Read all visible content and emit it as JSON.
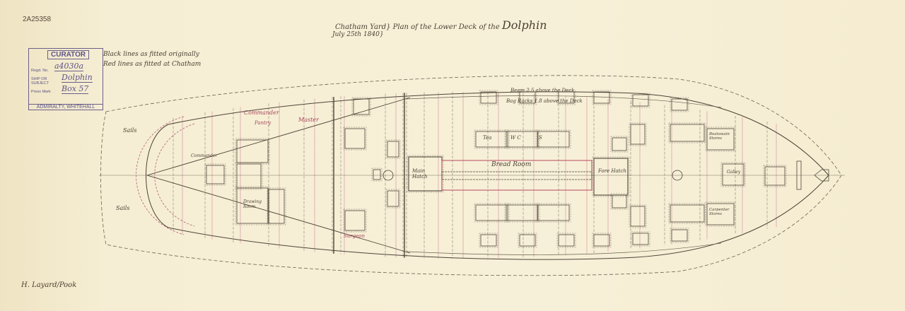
{
  "ref_number": "2A25358",
  "stamp": {
    "title": "CURATOR",
    "regd_label": "Regd. No.",
    "regd_value": "a4030a",
    "ship_label": "SHIP OR SUBJECT",
    "ship_value": "Dolphin",
    "press_label": "Press Mark",
    "press_value": "Box 57",
    "footer": "ADMIRALTY, WHITEHALL"
  },
  "notes": {
    "line1": "Black lines as fitted originally",
    "line2": "Red lines as fitted at Chatham"
  },
  "title": {
    "line1": "Chatham Yard} Plan of the Lower Deck of the",
    "ship_name": "Dolphin",
    "date": "July 25th 1840}"
  },
  "annotations": {
    "beam": "Beam 2.5 above the Deck",
    "bag_racks": "Bag Racks 1.8 above the Deck",
    "bread_room": "Bread Room",
    "main_hatch": "Main Hatch",
    "fore_hatch": "Fore Hatch",
    "commander": "Commander",
    "pantry": "Pantry",
    "master": "Master",
    "sails_upper": "Sails",
    "sails_lower": "Sails",
    "drawing_room": "Drawing Room",
    "galley": "Galley",
    "boatswain_stores": "Boatswain Stores",
    "carpenter_stores": "Carpenter Stores",
    "surgeon": "Surgeon",
    "tea": "Tea",
    "wc": "W C",
    "s": "S"
  },
  "signature": "H. Layard/Pook"
}
